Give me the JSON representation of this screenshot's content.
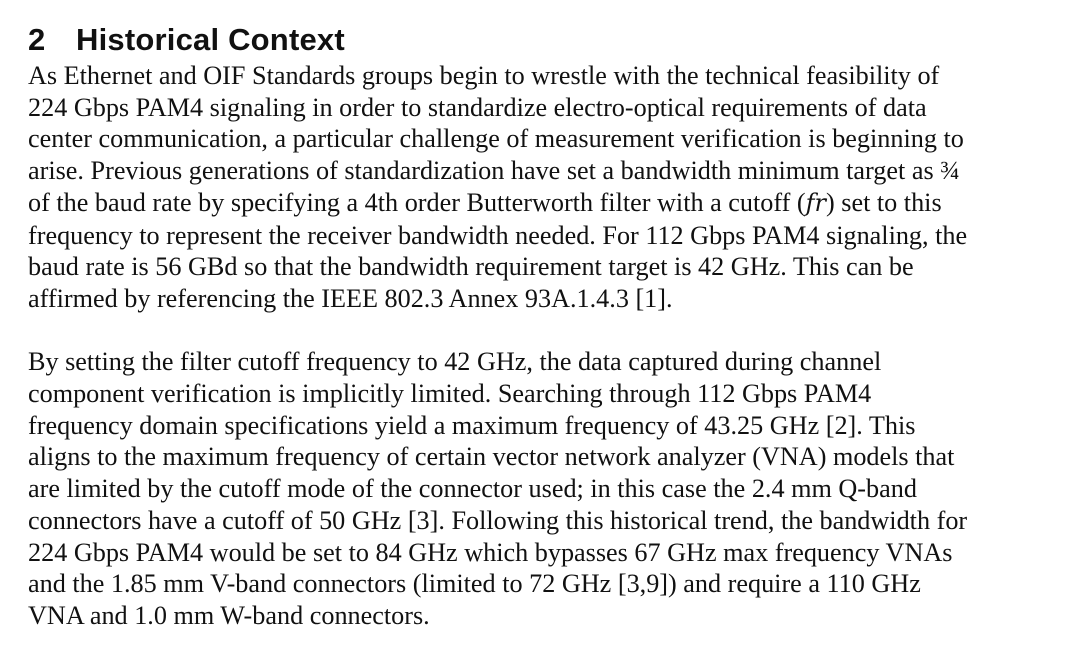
{
  "section": {
    "number": "2",
    "title": "Historical Context"
  },
  "paragraphs": [
    {
      "lines": [
        "As Ethernet and OIF Standards groups begin to wrestle with the technical feasibility of",
        "224 Gbps PAM4 signaling in order to standardize electro-optical requirements of data",
        "center communication, a particular challenge of measurement verification is beginning to",
        "arise. Previous generations of standardization have set a bandwidth minimum target as ¾",
        {
          "before": "of the baud rate by specifying a 4th order Butterworth filter with a cutoff (",
          "math": "fr",
          "after": ") set to this"
        },
        "frequency to represent the receiver bandwidth needed. For 112 Gbps PAM4 signaling, the",
        "baud rate is 56 GBd so that the bandwidth requirement target is 42 GHz. This can be",
        "affirmed by referencing the IEEE 802.3 Annex 93A.1.4.3 [1]."
      ]
    },
    {
      "lines": [
        "By setting the filter cutoff frequency to 42 GHz, the data captured during channel",
        "component verification is implicitly limited. Searching through 112 Gbps PAM4",
        "frequency domain specifications yield a maximum frequency of 43.25 GHz [2]. This",
        "aligns to the maximum frequency of certain vector network analyzer (VNA) models that",
        "are limited by the cutoff mode of the connector used; in this case the 2.4 mm Q-band",
        "connectors have a cutoff of 50 GHz [3]. Following this historical trend, the bandwidth for",
        "224 Gbps PAM4 would be set to 84 GHz which bypasses 67 GHz max frequency VNAs",
        "and the 1.85 mm V-band connectors (limited to 72 GHz [3,9]) and require a 110 GHz",
        "VNA and 1.0 mm W-band connectors."
      ]
    }
  ]
}
